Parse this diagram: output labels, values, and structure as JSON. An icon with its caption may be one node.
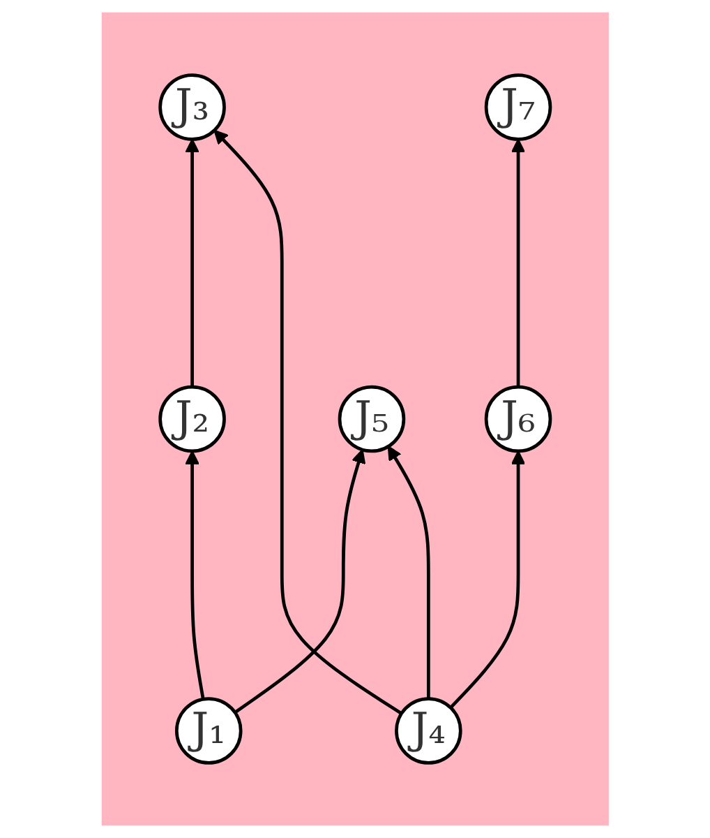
{
  "diagram": {
    "nodes": [
      {
        "text": [],
        "shape": "box"
      },
      {
        "text": [
          "J₃"
        ],
        "in": 0
      },
      {
        "text": [
          "J₇"
        ],
        "in": 0
      },
      {
        "text": [
          "J₂"
        ],
        "in": 0
      },
      {
        "text": [
          "J₅"
        ],
        "in": 0
      },
      {
        "text": [
          "J₆"
        ],
        "in": 0
      },
      {
        "text": [
          "J₁"
        ],
        "in": 0
      },
      {
        "text": [
          "J₄"
        ],
        "in": 0
      }
    ],
    "edges": [
      {
        "from": 3,
        "to": 1,
        "arrow": "to"
      },
      {
        "from": 5,
        "to": 2,
        "arrow": "to"
      },
      {
        "from": 6,
        "to": 3,
        "arrow": "to"
      },
      {
        "from": 6,
        "to": 4,
        "arrow": "to"
      },
      {
        "from": 7,
        "to": 1,
        "arrow": "to"
      },
      {
        "from": 7,
        "to": 4,
        "arrow": "to"
      },
      {
        "from": 7,
        "to": 5,
        "arrow": "to"
      }
    ]
  }
}
